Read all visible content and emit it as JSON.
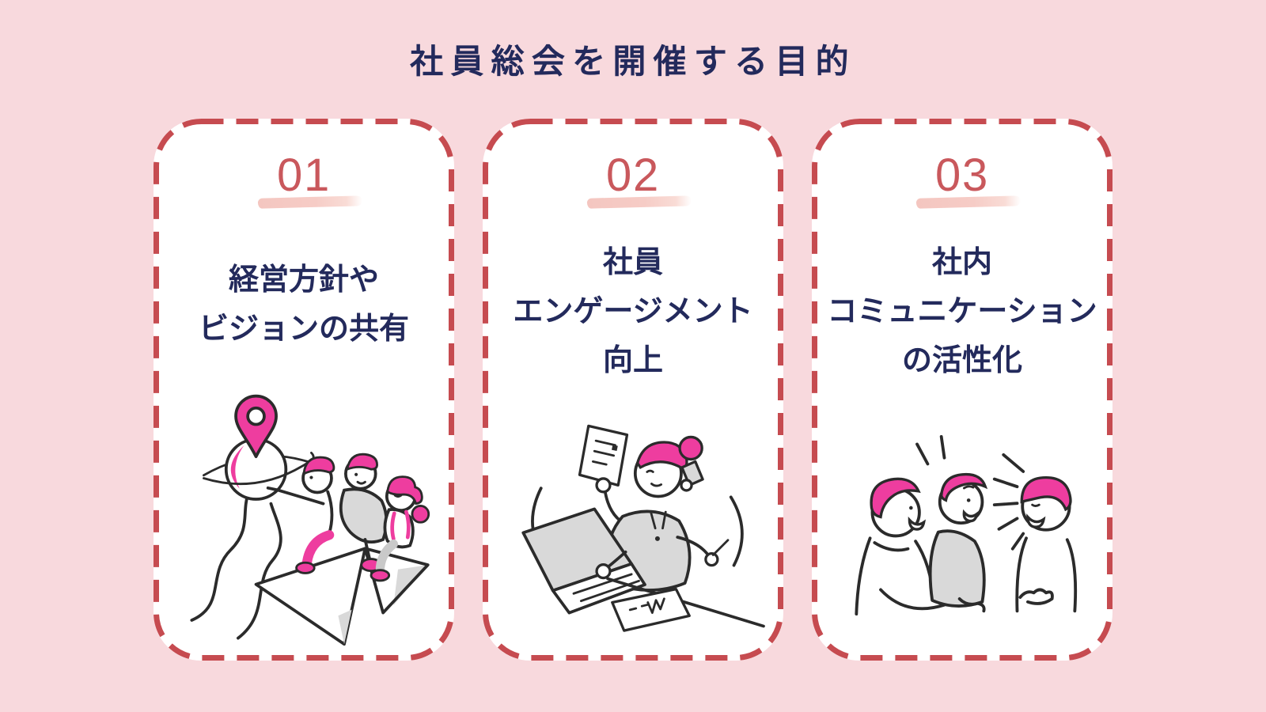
{
  "page": {
    "title": "社員総会を開催する目的"
  },
  "colors": {
    "background_pink": "#f8d9dd",
    "card_background": "#ffffff",
    "card_dashed_border": "#c64b50",
    "number_red": "#c9585c",
    "brush_underline_pink": "#f5c9c3",
    "text_navy": "#232a5c",
    "illustration_pink": "#ee3d9f",
    "illustration_gray": "#d9d9d9",
    "illustration_line": "#2b2b2b"
  },
  "cards": [
    {
      "number": "01",
      "lines": [
        "経営方針や",
        "ビジョンの共有"
      ],
      "illustration": "team-riding-paper-plane-toward-goal-pin"
    },
    {
      "number": "02",
      "lines": [
        "社員",
        "エンゲージメント",
        "向上"
      ],
      "illustration": "busy-employee-multitasking-at-desk"
    },
    {
      "number": "03",
      "lines": [
        "社内",
        "コミュニケーション",
        "の活性化"
      ],
      "illustration": "three-people-chatting"
    }
  ]
}
